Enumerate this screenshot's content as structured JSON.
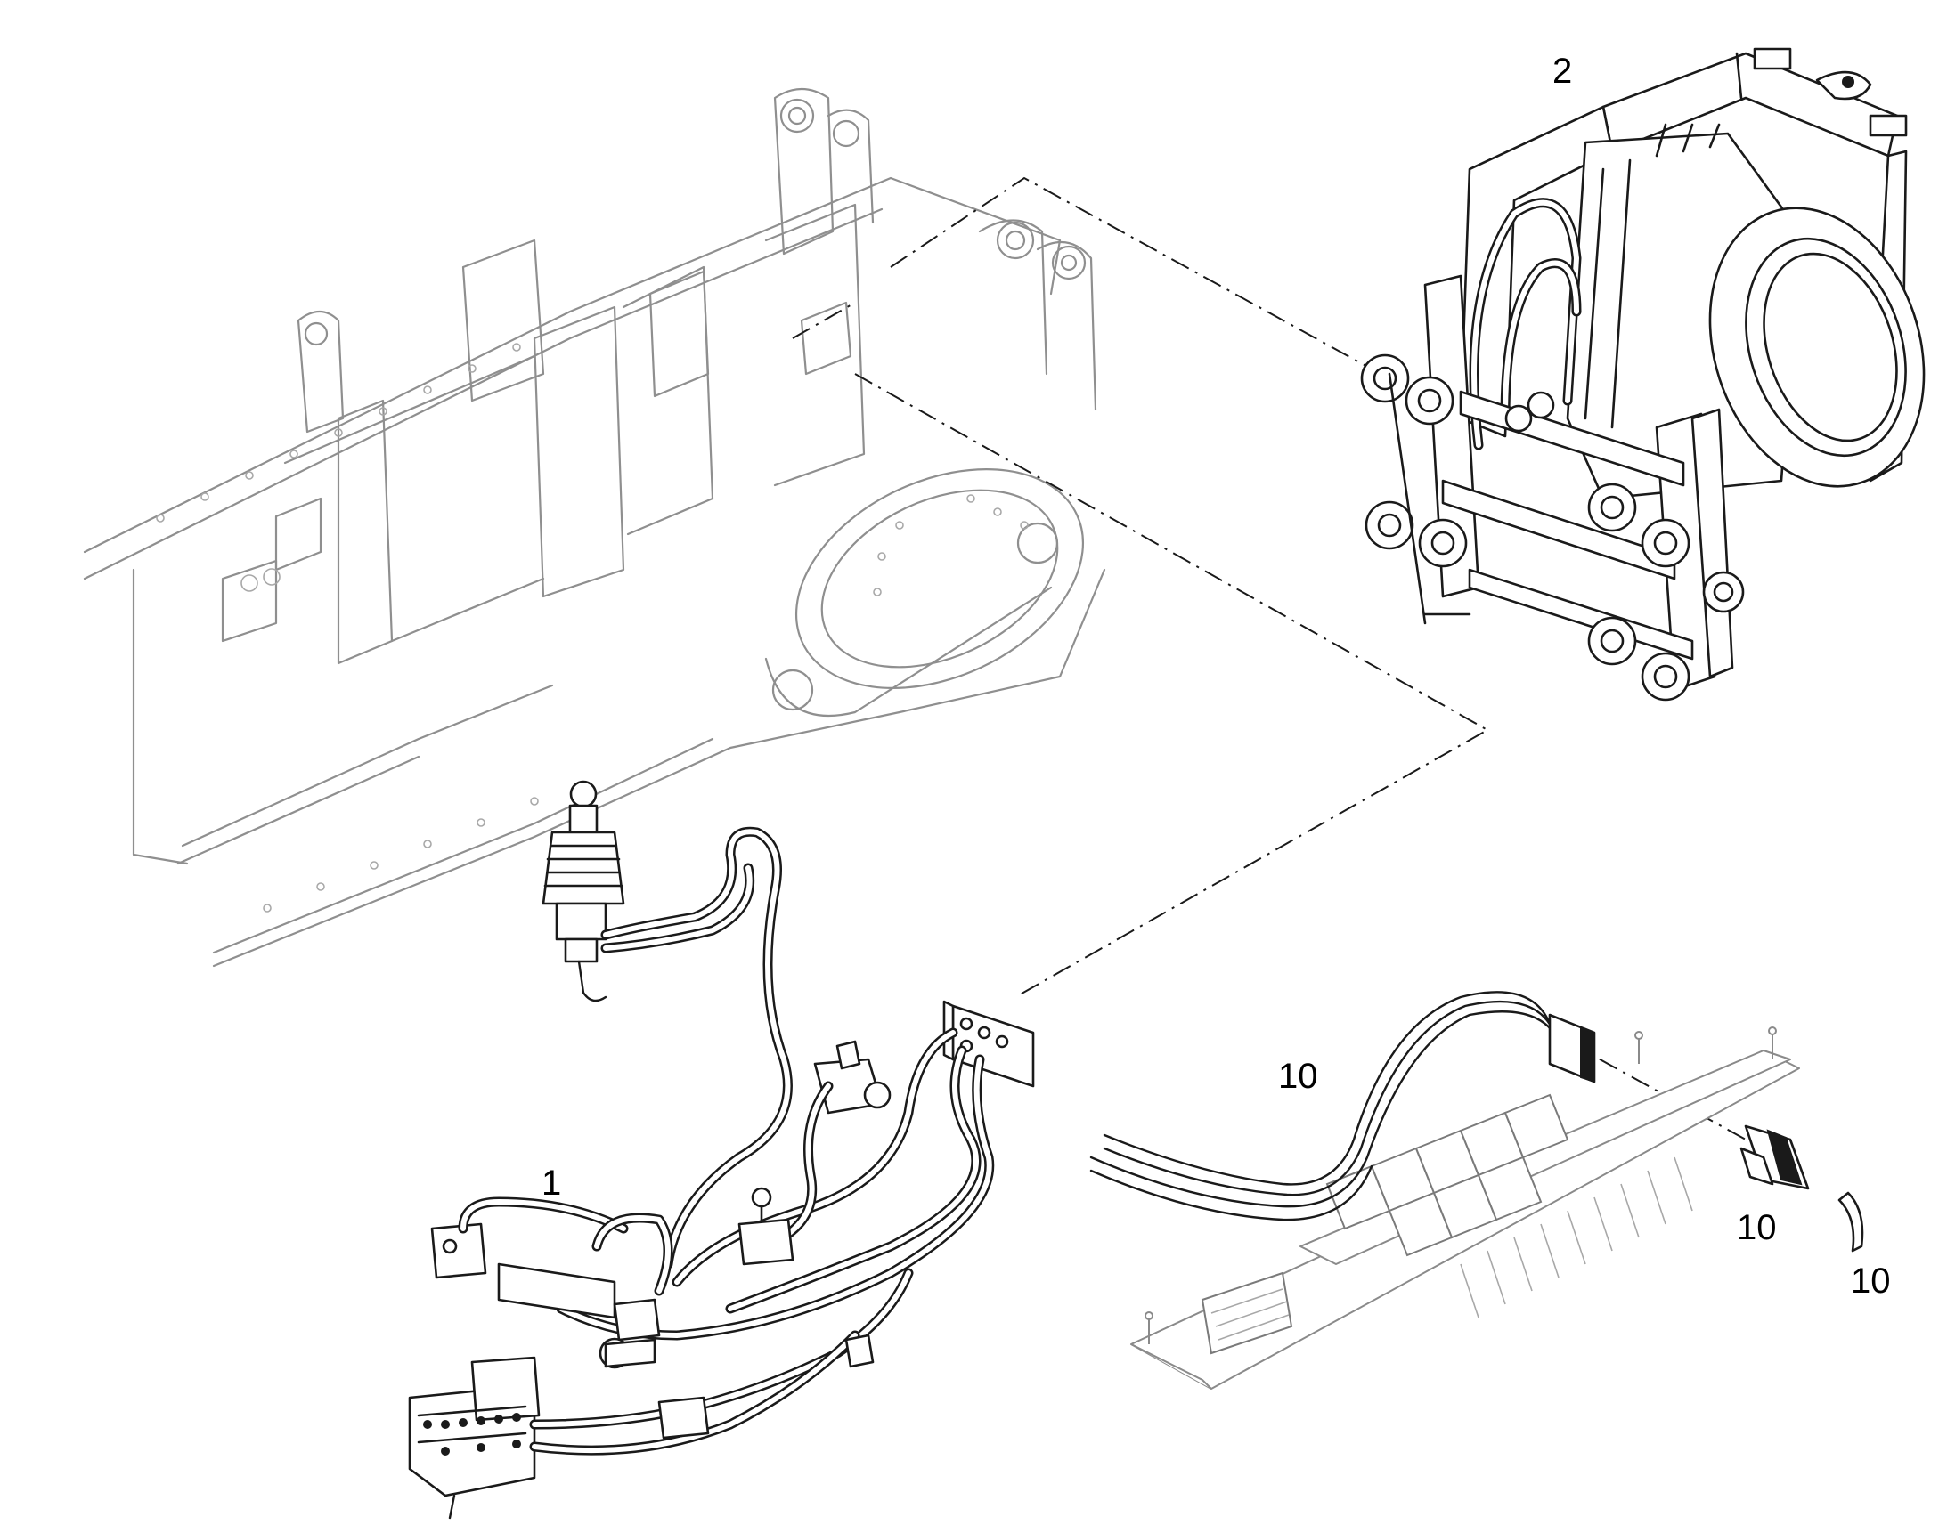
{
  "callouts": {
    "harness": "1",
    "winch": "2",
    "wiring_loom": "10",
    "switch": "10",
    "switch_cover": "10"
  }
}
